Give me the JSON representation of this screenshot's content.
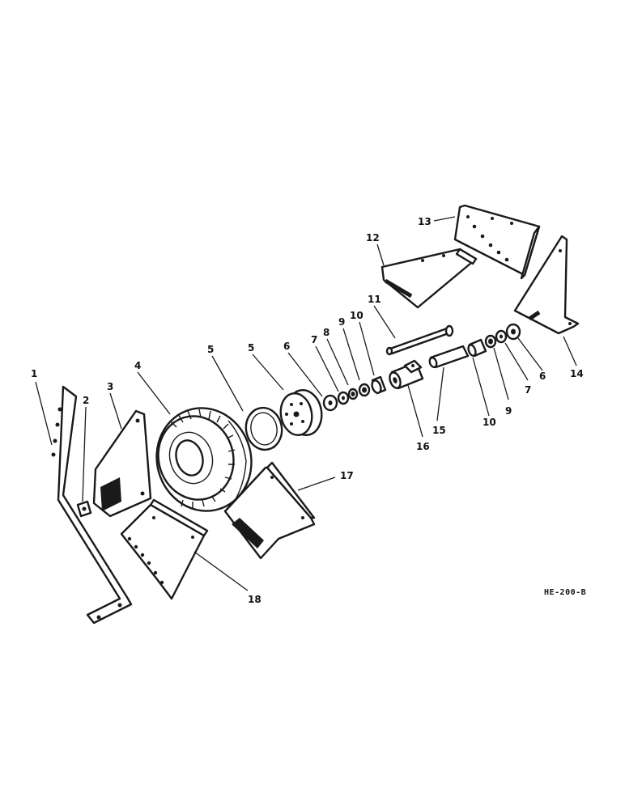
{
  "diagram": {
    "drawing_code": "HE-200-B",
    "callouts": {
      "c1": "1",
      "c2": "2",
      "c3": "3",
      "c4": "4",
      "c5a": "5",
      "c5b": "5",
      "c6a": "6",
      "c6b": "6",
      "c7a": "7",
      "c7b": "7",
      "c8": "8",
      "c9a": "9",
      "c9b": "9",
      "c10a": "10",
      "c10b": "10",
      "c11": "11",
      "c12": "12",
      "c13": "13",
      "c14": "14",
      "c15": "15",
      "c16": "16",
      "c17": "17",
      "c18": "18"
    }
  }
}
